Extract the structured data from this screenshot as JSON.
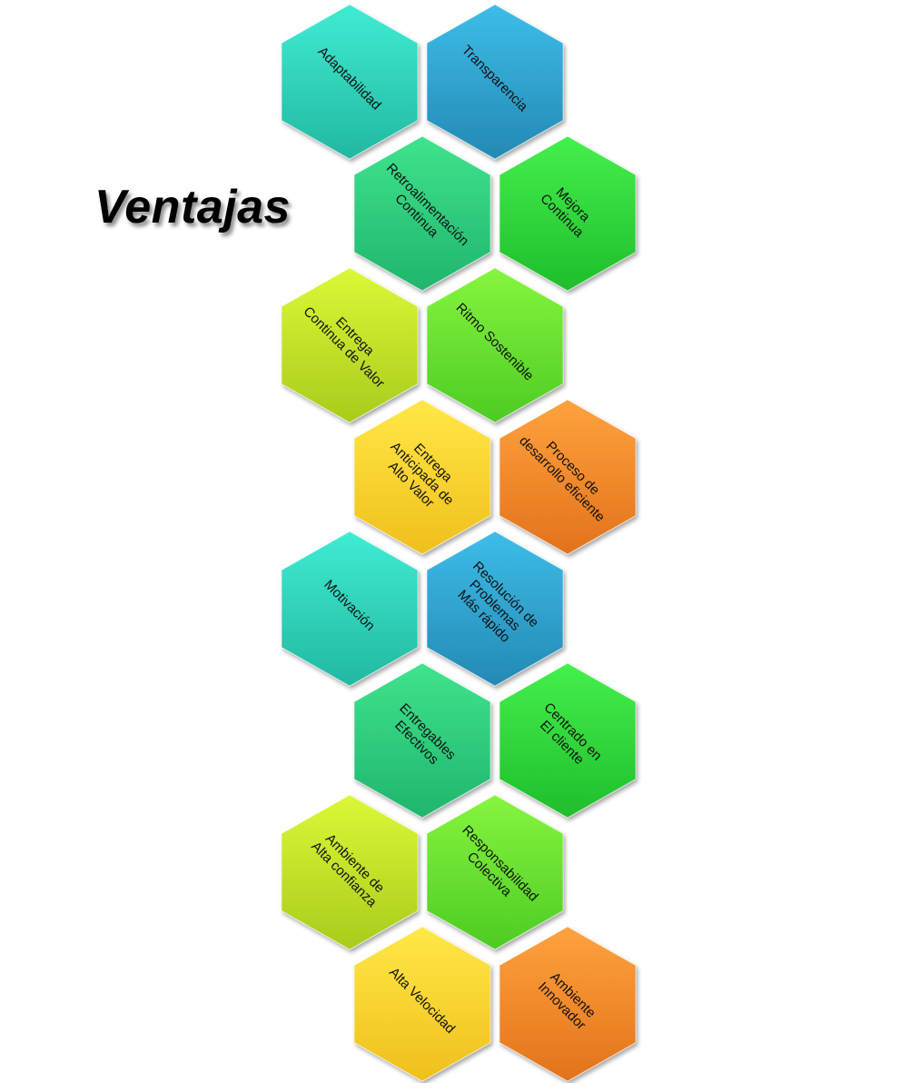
{
  "title": "Ventajas",
  "colors": {
    "teal": [
      "#3fecd2",
      "#22b8a0"
    ],
    "blue": [
      "#3dbde8",
      "#2389b4"
    ],
    "green_teal": [
      "#3fe38d",
      "#20b56c"
    ],
    "green": [
      "#44f04c",
      "#1fbd2c"
    ],
    "yellow_green": [
      "#ddf736",
      "#a7cc1c"
    ],
    "lime": [
      "#86f53e",
      "#4dcb24"
    ],
    "yellow": [
      "#ffe847",
      "#f0bf1c"
    ],
    "orange": [
      "#ffa23e",
      "#e2721b"
    ]
  },
  "hexagons": [
    {
      "label": "Adaptabilidad",
      "color": "teal"
    },
    {
      "label": "Transparencia",
      "color": "blue"
    },
    {
      "label": "Retroalimentación\nContinua",
      "color": "green_teal"
    },
    {
      "label": "Mejora\nContinua",
      "color": "green"
    },
    {
      "label": "Entrega\nContinua de Valor",
      "color": "yellow_green"
    },
    {
      "label": "Ritmo Sostenible",
      "color": "lime"
    },
    {
      "label": "Entrega\nAnticipada de\nAlto Valor",
      "color": "yellow"
    },
    {
      "label": "Proceso de\ndesarrollo eficiente",
      "color": "orange"
    },
    {
      "label": "Motivación",
      "color": "teal"
    },
    {
      "label": "Resolución de\nProblemas\nMás rápido",
      "color": "blue"
    },
    {
      "label": "Entregables\nEfectivos",
      "color": "green_teal"
    },
    {
      "label": "Centrado en\nEl cliente",
      "color": "green"
    },
    {
      "label": "Ambiente de\nAlta confianza",
      "color": "yellow_green"
    },
    {
      "label": "Responsabilidad\nColectiva",
      "color": "lime"
    },
    {
      "label": "Alta Velocidad",
      "color": "yellow"
    },
    {
      "label": "Ambiente\nInnovador",
      "color": "orange"
    }
  ]
}
